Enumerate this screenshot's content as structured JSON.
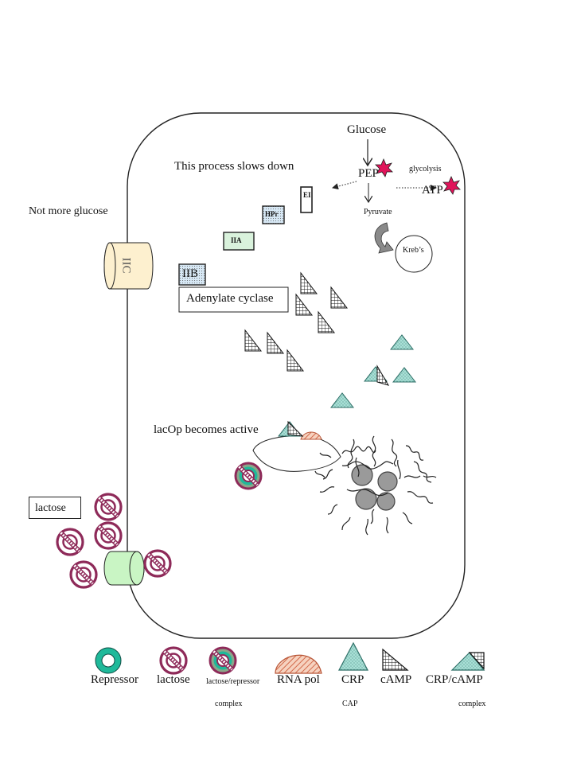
{
  "cell": {
    "glucose": "Glucose",
    "slow_note": "This process slows down",
    "pep": "PEP",
    "glycolysis": "glycolysis",
    "atp": "ATP",
    "pyruvate": "Pyruvate",
    "krebs": "Kreb’s",
    "ei": "EI",
    "hpr": "HPr",
    "iia": "IIA",
    "iib": "IIB",
    "iic": "IIC",
    "adenylate_cyclase": "Adenylate cyclase",
    "lacop_note": "lacOp becomes active"
  },
  "outside": {
    "not_more_glucose": "Not more glucose",
    "lactose_box": "lactose"
  },
  "legend": {
    "repressor": "Repressor",
    "lactose": "lactose",
    "lactose_repressor": "lactose/repressor",
    "lactose_repressor_sub": "complex",
    "rna_pol": "RNA pol",
    "crp": "CRP",
    "crp_sub": "CAP",
    "camp": "cAMP",
    "crp_camp": "CRP/cAMP",
    "crp_camp_sub": "complex"
  },
  "colors": {
    "repressor": "#1fb99a",
    "lactose": "#8e2a59",
    "crp": "#a8e0d6",
    "rna_pol": "#e79a72",
    "star": "#e0145a",
    "iic_cylinder": "#fdf0cf",
    "lac_permease": "#c9f5c4",
    "iia_fill": "#d9f2dc",
    "hpr_fill": "#d7e8f5",
    "iib_fill": "#d7e8f5"
  }
}
